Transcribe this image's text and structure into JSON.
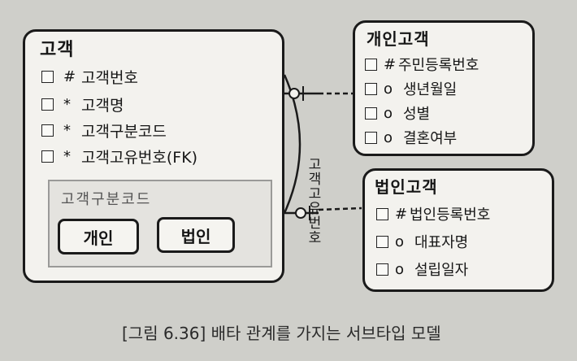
{
  "supertype": {
    "title": "고객",
    "attributes": [
      {
        "marker": "#",
        "name": "고객번호"
      },
      {
        "marker": "*",
        "name": "고객명"
      },
      {
        "marker": "*",
        "name": "고객구분코드"
      },
      {
        "marker": "*",
        "name": "고객고유번호(FK)"
      }
    ],
    "subtype_group": {
      "title": "고객구분코드",
      "items": [
        "개인",
        "법인"
      ]
    }
  },
  "subtypes": [
    {
      "title": "개인고객",
      "attributes": [
        {
          "marker": "#",
          "name": "주민등록번호"
        },
        {
          "marker": "o",
          "name": "생년월일"
        },
        {
          "marker": "o",
          "name": "성별"
        },
        {
          "marker": "o",
          "name": "결혼여부"
        }
      ]
    },
    {
      "title": "법인고객",
      "attributes": [
        {
          "marker": "#",
          "name": "법인등록번호"
        },
        {
          "marker": "o",
          "name": "대표자명"
        },
        {
          "marker": "o",
          "name": "설립일자"
        }
      ]
    }
  ],
  "relationship_label": "고객고유번호",
  "caption": "[그림 6.36] 배타 관계를 가지는 서브타입 모델"
}
